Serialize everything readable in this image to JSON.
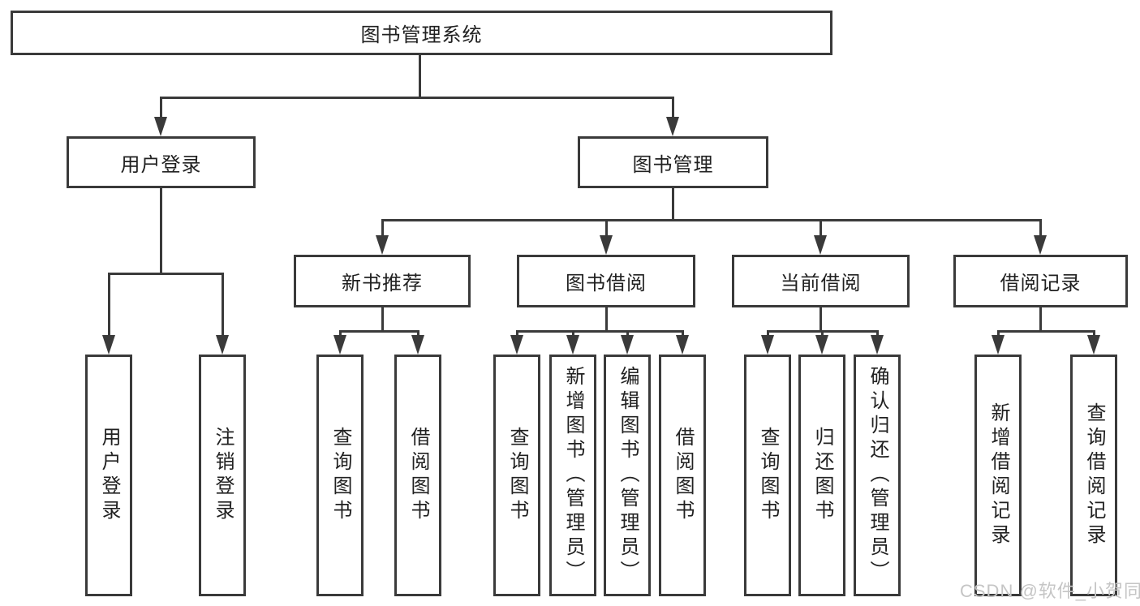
{
  "tree": {
    "root": {
      "label": "图书管理系统",
      "children": [
        {
          "label": "用户登录",
          "children": [
            {
              "label": "用户登录"
            },
            {
              "label": "注销登录"
            }
          ]
        },
        {
          "label": "图书管理",
          "children": [
            {
              "label": "新书推荐",
              "children": [
                {
                  "label": "查询图书"
                },
                {
                  "label": "借阅图书"
                }
              ]
            },
            {
              "label": "图书借阅",
              "children": [
                {
                  "label": "查询图书"
                },
                {
                  "label": "新增图书（管理员）"
                },
                {
                  "label": "编辑图书（管理员）"
                },
                {
                  "label": "借阅图书"
                }
              ]
            },
            {
              "label": "当前借阅",
              "children": [
                {
                  "label": "查询图书"
                },
                {
                  "label": "归还图书"
                },
                {
                  "label": "确认归还（管理员）"
                }
              ]
            },
            {
              "label": "借阅记录",
              "children": [
                {
                  "label": "新增借阅记录"
                },
                {
                  "label": "查询借阅记录"
                }
              ]
            }
          ]
        }
      ]
    }
  },
  "watermark": {
    "text": "CSDN @软件_小贺同学"
  },
  "colors": {
    "line": "#3a3a3a",
    "text": "#212121",
    "watermark_text": "#c5c5c5",
    "background": "#ffffff"
  }
}
